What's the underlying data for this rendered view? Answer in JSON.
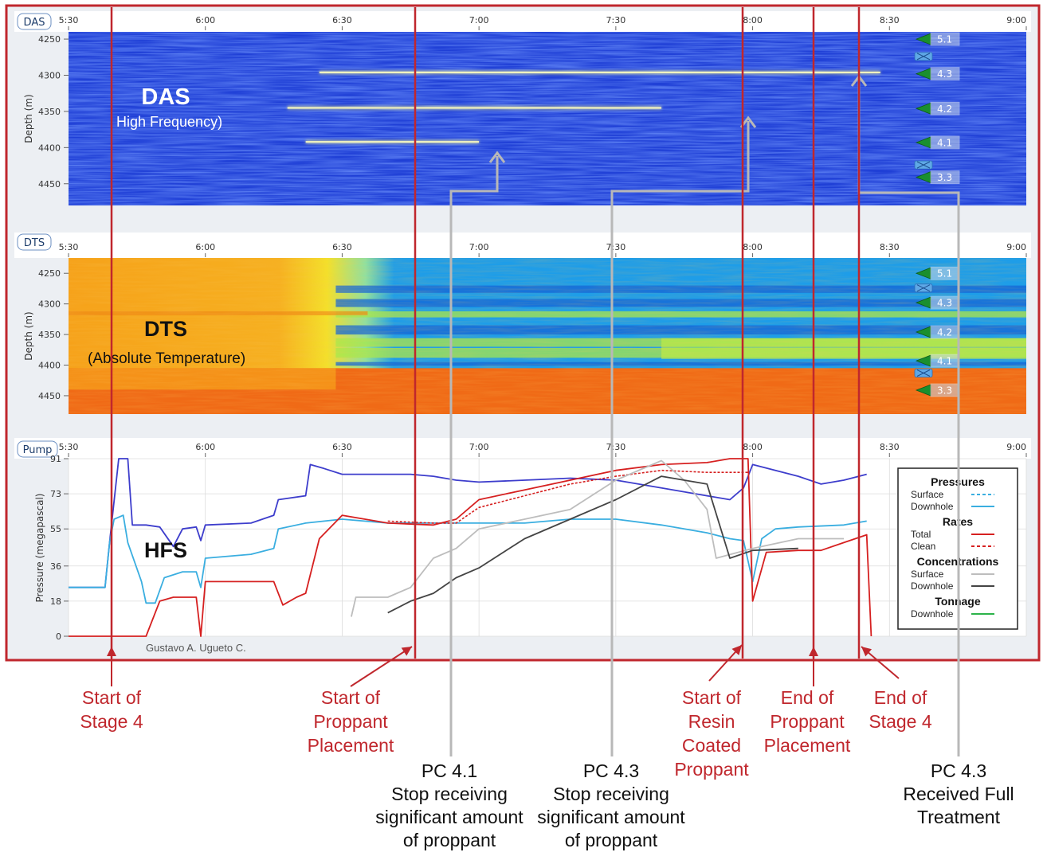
{
  "chart_data": [
    {
      "type": "heatmap",
      "panel_tag": "DAS",
      "title": "DAS",
      "subtitle": "High Frequency)",
      "ylabel": "Depth (m)",
      "x_ticks": [
        "5:30",
        "6:00",
        "6:30",
        "7:00",
        "7:30",
        "8:00",
        "8:30",
        "9:00"
      ],
      "y_ticks": [
        4250,
        4300,
        4350,
        4400,
        4450
      ],
      "xlim": [
        "5:30",
        "9:00"
      ],
      "ylim": [
        4240,
        4480
      ],
      "colors": {
        "background": "#1f3fd6",
        "signal": "#f2f28c"
      },
      "signal_bands": [
        {
          "depth": 4296,
          "start": "6:25",
          "end": "8:28"
        },
        {
          "depth": 4345,
          "start": "6:18",
          "end": "7:40"
        },
        {
          "depth": 4392,
          "start": "6:22",
          "end": "7:00"
        }
      ],
      "markers": [
        {
          "label": "5.1",
          "depth": 4250
        },
        {
          "label": "4.3",
          "depth": 4298
        },
        {
          "label": "4.2",
          "depth": 4346
        },
        {
          "label": "4.1",
          "depth": 4393
        },
        {
          "label": "3.3",
          "depth": 4441
        }
      ],
      "packer_depths": [
        4274,
        4424
      ]
    },
    {
      "type": "heatmap",
      "panel_tag": "DTS",
      "title": "DTS",
      "subtitle": "(Absolute Temperature)",
      "ylabel": "Depth (m)",
      "x_ticks": [
        "5:30",
        "6:00",
        "6:30",
        "7:00",
        "7:30",
        "8:00",
        "8:30",
        "9:00"
      ],
      "y_ticks": [
        4250,
        4300,
        4350,
        4400,
        4450
      ],
      "xlim": [
        "5:30",
        "9:00"
      ],
      "ylim": [
        4225,
        4480
      ],
      "colors": {
        "warm": "#f6a21a",
        "hot": "#f06a16",
        "cool": "#1e9de8",
        "cold": "#1566d6",
        "mid": "#a8e84a"
      },
      "markers": [
        {
          "label": "5.1",
          "depth": 4250
        },
        {
          "label": "4.3",
          "depth": 4298
        },
        {
          "label": "4.2",
          "depth": 4346
        },
        {
          "label": "4.1",
          "depth": 4393
        },
        {
          "label": "3.3",
          "depth": 4441
        }
      ],
      "packer_depths": [
        4274,
        4413
      ]
    },
    {
      "type": "line",
      "panel_tag": "Pump",
      "title": "HFS",
      "ylabel": "Pressure (megapascal)",
      "credit": "Gustavo A. Ugueto C.",
      "x_ticks": [
        "5:30",
        "6:00",
        "6:30",
        "7:00",
        "7:30",
        "8:00",
        "8:30",
        "9:00"
      ],
      "y_ticks": [
        "0",
        "18",
        "36",
        "55",
        "73",
        "91"
      ],
      "xlim": [
        "5:30",
        "9:00"
      ],
      "ylim": [
        0,
        91
      ],
      "legend": {
        "position": "right",
        "groups": [
          {
            "heading": "Pressures",
            "items": [
              {
                "name": "Surface",
                "color": "#3aaee0",
                "dash": true
              },
              {
                "name": "Downhole",
                "color": "#3aaee0",
                "dash": false
              }
            ]
          },
          {
            "heading": "Rates",
            "items": [
              {
                "name": "Total",
                "color": "#d62020",
                "dash": false
              },
              {
                "name": "Clean",
                "color": "#d62020",
                "dash": true
              }
            ]
          },
          {
            "heading": "Concentrations",
            "items": [
              {
                "name": "Surface",
                "color": "#bdbdbd",
                "dash": false
              },
              {
                "name": "Downhole",
                "color": "#444444",
                "dash": false
              }
            ]
          },
          {
            "heading": "Tonnage",
            "items": [
              {
                "name": "Downhole",
                "color": "#2cb34a",
                "dash": false
              }
            ]
          }
        ]
      },
      "series": [
        {
          "key": "s1",
          "color": "#3d3dcc",
          "dash": false,
          "points": [
            [
              "5:30",
              25
            ],
            [
              "5:38",
              25
            ],
            [
              "5:39",
              48
            ],
            [
              "5:41",
              91
            ],
            [
              "5:43",
              91
            ],
            [
              "5:44",
              57
            ],
            [
              "5:47",
              57
            ],
            [
              "5:50",
              56
            ],
            [
              "5:53",
              46
            ],
            [
              "5:55",
              55
            ],
            [
              "5:58",
              56
            ],
            [
              "5:59",
              49
            ],
            [
              "6:00",
              57
            ],
            [
              "6:10",
              58
            ],
            [
              "6:15",
              62
            ],
            [
              "6:16",
              70
            ],
            [
              "6:22",
              72
            ],
            [
              "6:23",
              88
            ],
            [
              "6:26",
              86
            ],
            [
              "6:30",
              83
            ],
            [
              "6:45",
              83
            ],
            [
              "6:50",
              82
            ],
            [
              "6:55",
              80
            ],
            [
              "7:00",
              79
            ],
            [
              "7:10",
              80
            ],
            [
              "7:20",
              81
            ],
            [
              "7:30",
              80
            ],
            [
              "7:40",
              76
            ],
            [
              "7:50",
              72
            ],
            [
              "7:55",
              70
            ],
            [
              "7:58",
              76
            ],
            [
              "8:00",
              88
            ],
            [
              "8:10",
              82
            ],
            [
              "8:15",
              78
            ],
            [
              "8:20",
              80
            ],
            [
              "8:25",
              83
            ]
          ]
        },
        {
          "key": "s2",
          "color": "#3aaee0",
          "dash": false,
          "points": [
            [
              "5:30",
              25
            ],
            [
              "5:38",
              25
            ],
            [
              "5:39",
              48
            ],
            [
              "5:40",
              60
            ],
            [
              "5:42",
              62
            ],
            [
              "5:43",
              48
            ],
            [
              "5:46",
              28
            ],
            [
              "5:47",
              17
            ],
            [
              "5:49",
              17
            ],
            [
              "5:51",
              30
            ],
            [
              "5:55",
              33
            ],
            [
              "5:58",
              33
            ],
            [
              "5:59",
              25
            ],
            [
              "6:00",
              40
            ],
            [
              "6:10",
              42
            ],
            [
              "6:15",
              45
            ],
            [
              "6:16",
              55
            ],
            [
              "6:22",
              58
            ],
            [
              "6:30",
              60
            ],
            [
              "6:40",
              58
            ],
            [
              "6:50",
              58
            ],
            [
              "7:00",
              58
            ],
            [
              "7:10",
              58
            ],
            [
              "7:20",
              60
            ],
            [
              "7:30",
              60
            ],
            [
              "7:40",
              57
            ],
            [
              "7:50",
              53
            ],
            [
              "7:55",
              50
            ],
            [
              "7:58",
              49
            ],
            [
              "8:00",
              28
            ],
            [
              "8:02",
              50
            ],
            [
              "8:05",
              55
            ],
            [
              "8:10",
              56
            ],
            [
              "8:20",
              57
            ],
            [
              "8:25",
              59
            ]
          ]
        },
        {
          "key": "s3",
          "color": "#d62020",
          "dash": false,
          "points": [
            [
              "5:30",
              0
            ],
            [
              "5:47",
              0
            ],
            [
              "5:50",
              18
            ],
            [
              "5:53",
              20
            ],
            [
              "5:58",
              20
            ],
            [
              "5:59",
              0
            ],
            [
              "6:00",
              28
            ],
            [
              "6:15",
              28
            ],
            [
              "6:17",
              16
            ],
            [
              "6:20",
              20
            ],
            [
              "6:22",
              22
            ],
            [
              "6:25",
              50
            ],
            [
              "6:30",
              62
            ],
            [
              "6:40",
              58
            ],
            [
              "6:50",
              57
            ],
            [
              "6:55",
              60
            ],
            [
              "7:00",
              70
            ],
            [
              "7:10",
              75
            ],
            [
              "7:20",
              80
            ],
            [
              "7:30",
              85
            ],
            [
              "7:40",
              88
            ],
            [
              "7:50",
              89
            ],
            [
              "7:55",
              91
            ],
            [
              "7:59",
              91
            ],
            [
              "8:00",
              18
            ],
            [
              "8:03",
              43
            ],
            [
              "8:10",
              44
            ],
            [
              "8:15",
              44
            ],
            [
              "8:20",
              48
            ],
            [
              "8:25",
              52
            ],
            [
              "8:26",
              0
            ]
          ]
        },
        {
          "key": "s4",
          "color": "#d62020",
          "dash": true,
          "points": [
            [
              "6:40",
              59
            ],
            [
              "6:50",
              58
            ],
            [
              "6:55",
              58
            ],
            [
              "7:00",
              66
            ],
            [
              "7:10",
              72
            ],
            [
              "7:20",
              78
            ],
            [
              "7:30",
              82
            ],
            [
              "7:40",
              85
            ],
            [
              "7:50",
              84
            ],
            [
              "7:55",
              84
            ],
            [
              "7:59",
              84
            ]
          ]
        },
        {
          "key": "s5",
          "color": "#bdbdbd",
          "dash": false,
          "points": [
            [
              "6:32",
              10
            ],
            [
              "6:33",
              20
            ],
            [
              "6:40",
              20
            ],
            [
              "6:45",
              25
            ],
            [
              "6:50",
              40
            ],
            [
              "6:55",
              45
            ],
            [
              "7:00",
              55
            ],
            [
              "7:10",
              60
            ],
            [
              "7:20",
              65
            ],
            [
              "7:30",
              80
            ],
            [
              "7:40",
              90
            ],
            [
              "7:45",
              80
            ],
            [
              "7:50",
              65
            ],
            [
              "7:52",
              40
            ],
            [
              "8:00",
              45
            ],
            [
              "8:10",
              50
            ],
            [
              "8:20",
              50
            ]
          ]
        },
        {
          "key": "s6",
          "color": "#444444",
          "dash": false,
          "points": [
            [
              "6:40",
              12
            ],
            [
              "6:45",
              18
            ],
            [
              "6:50",
              22
            ],
            [
              "6:55",
              30
            ],
            [
              "7:00",
              35
            ],
            [
              "7:10",
              50
            ],
            [
              "7:20",
              60
            ],
            [
              "7:30",
              70
            ],
            [
              "7:40",
              82
            ],
            [
              "7:50",
              78
            ],
            [
              "7:55",
              40
            ],
            [
              "8:00",
              44
            ],
            [
              "8:10",
              45
            ]
          ]
        }
      ]
    }
  ],
  "annotations": {
    "red": [
      {
        "time": "5:40",
        "lines": [
          "Start of",
          "Stage 4"
        ]
      },
      {
        "time": "6:44",
        "lines": [
          "Start of",
          "Proppant",
          "Placement"
        ]
      },
      {
        "time": "7:59",
        "lines": [
          "Start of",
          "Resin",
          "Coated",
          "Proppant"
        ]
      },
      {
        "time": "8:15",
        "lines": [
          "End of",
          "Proppant",
          "Placement"
        ]
      },
      {
        "time": "8:25",
        "lines": [
          "End of",
          "Stage 4"
        ]
      }
    ],
    "gray": [
      {
        "time": "7:03",
        "lines": [
          "PC 4.1",
          "Stop receiving",
          "significant amount",
          "of proppant"
        ]
      },
      {
        "time": "7:55",
        "lines": [
          "PC 4.3",
          "Stop receiving",
          "significant amount",
          "of proppant"
        ]
      },
      {
        "time": "8:25",
        "lines": [
          "PC 4.3",
          "Received Full",
          "Treatment"
        ]
      }
    ]
  }
}
